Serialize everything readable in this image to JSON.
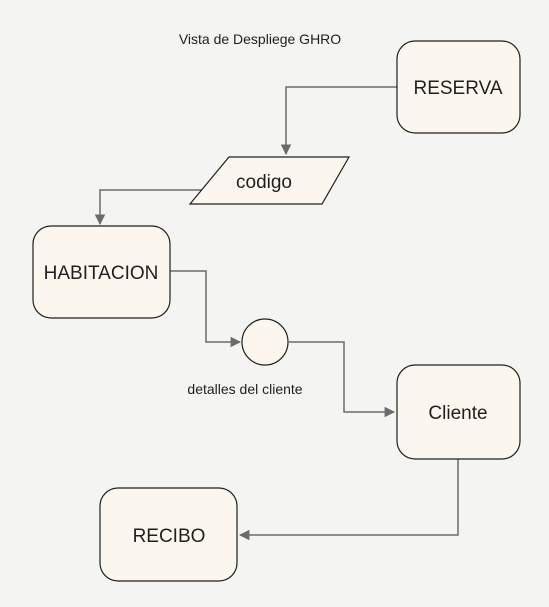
{
  "title": "Vista de Despliege GHRO",
  "colors": {
    "canvas": "#f4f4f2",
    "node_fill": "#fbf7ee",
    "node_stroke": "#1f1f1f",
    "connector": "#6b6b6b"
  },
  "nodes": {
    "reserva": "RESERVA",
    "codigo": "codigo",
    "habitacion": "HABITACION",
    "cliente": "Cliente",
    "recibo": "RECIBO"
  },
  "junction_label": "detalles del cliente"
}
